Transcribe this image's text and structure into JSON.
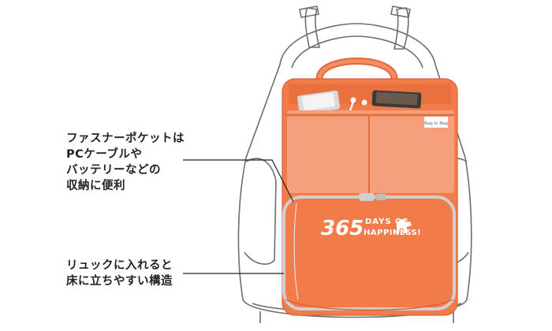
{
  "callouts": {
    "zipper_pocket": {
      "lines": [
        "ファスナーポケットは",
        "PCケーブルや",
        "バッテリーなどの",
        "収納に便利"
      ]
    },
    "standing": {
      "lines": [
        "リュックに入れると",
        "床に立ちやすい構造"
      ]
    }
  },
  "product": {
    "logo_number": "365",
    "logo_line1": "DAYS OF",
    "logo_line2": "HAPPINESS!",
    "tag_text": "Bag in Bag",
    "colors": {
      "body": "#f27b4a",
      "body_dark": "#e2693a",
      "mesh": "#f5a07a",
      "outline": "#6e6e6e",
      "piping": "#cfcfcf"
    }
  }
}
